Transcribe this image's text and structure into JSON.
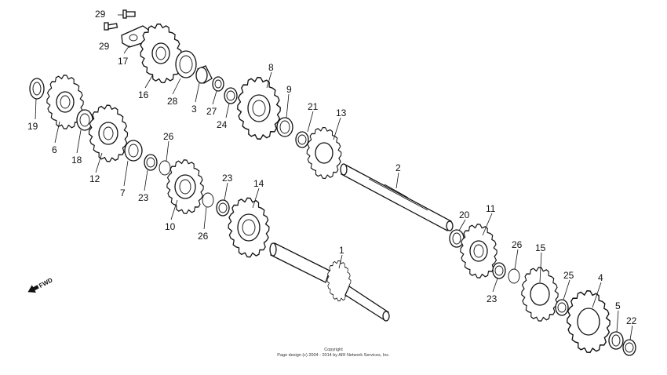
{
  "diagram": {
    "parts": [
      {
        "id": "p29a",
        "label": "29"
      },
      {
        "id": "p29b",
        "label": "29"
      },
      {
        "id": "p17",
        "label": "17"
      },
      {
        "id": "p16",
        "label": "16"
      },
      {
        "id": "p28",
        "label": "28"
      },
      {
        "id": "p3",
        "label": "3"
      },
      {
        "id": "p27",
        "label": "27"
      },
      {
        "id": "p24",
        "label": "24"
      },
      {
        "id": "p8",
        "label": "8"
      },
      {
        "id": "p9",
        "label": "9"
      },
      {
        "id": "p21",
        "label": "21"
      },
      {
        "id": "p13",
        "label": "13"
      },
      {
        "id": "p19",
        "label": "19"
      },
      {
        "id": "p6",
        "label": "6"
      },
      {
        "id": "p18",
        "label": "18"
      },
      {
        "id": "p12",
        "label": "12"
      },
      {
        "id": "p7",
        "label": "7"
      },
      {
        "id": "p23a",
        "label": "23"
      },
      {
        "id": "p26a",
        "label": "26"
      },
      {
        "id": "p10",
        "label": "10"
      },
      {
        "id": "p26b",
        "label": "26"
      },
      {
        "id": "p23b",
        "label": "23"
      },
      {
        "id": "p14",
        "label": "14"
      },
      {
        "id": "p2",
        "label": "2"
      },
      {
        "id": "p20",
        "label": "20"
      },
      {
        "id": "p11",
        "label": "11"
      },
      {
        "id": "p1",
        "label": "1"
      },
      {
        "id": "p26c",
        "label": "26"
      },
      {
        "id": "p15",
        "label": "15"
      },
      {
        "id": "p23c",
        "label": "23"
      },
      {
        "id": "p25",
        "label": "25"
      },
      {
        "id": "p4",
        "label": "4"
      },
      {
        "id": "p5",
        "label": "5"
      },
      {
        "id": "p22",
        "label": "22"
      }
    ],
    "direction_label": "FWD",
    "copyright_line1": "Copyright",
    "copyright_line2": "Page design (c) 2004 - 2014 by ARI Network Services, Inc."
  },
  "colors": {
    "ink": "#111111",
    "background": "#ffffff"
  }
}
